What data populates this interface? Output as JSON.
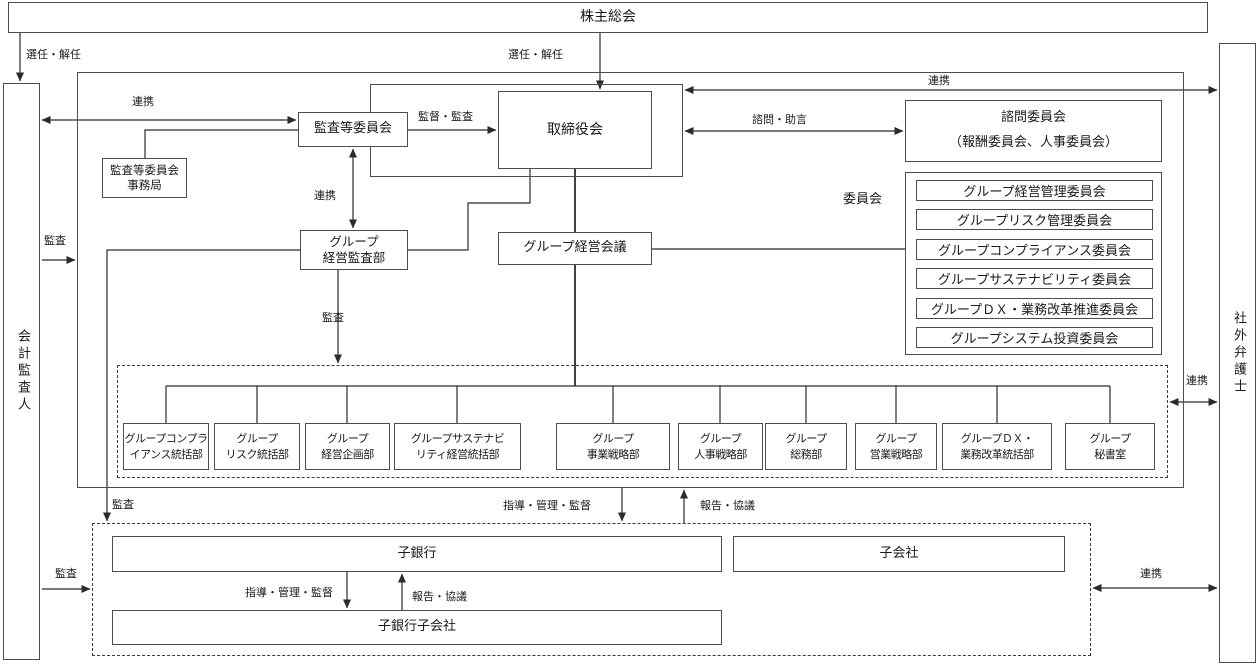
{
  "title": "株主総会",
  "rails": {
    "left": "会計監査人",
    "right": "社外弁護士"
  },
  "boxes": {
    "audit_committee": "監査等委員会",
    "audit_office_line1": "監査等委員会",
    "audit_office_line2": "事務局",
    "board": "取締役会",
    "advisory_line1": "諮問委員会",
    "advisory_line2": "（報酬委員会、人事委員会）",
    "committees_label": "委員会",
    "audit_dept_line1": "グループ",
    "audit_dept_line2": "経営監査部",
    "council": "グループ経営会議",
    "bank": "子銀行",
    "company": "子会社",
    "bank_subsidiary": "子銀行子会社"
  },
  "committees": [
    "グループ経営管理委員会",
    "グループリスク管理委員会",
    "グループコンプライアンス委員会",
    "グループサステナビリティ委員会",
    "グループＤＸ・業務改革推進委員会",
    "グループシステム投資委員会"
  ],
  "departments": [
    {
      "line1": "グループコンプラ",
      "line2": "イアンス統括部"
    },
    {
      "line1": "グループ",
      "line2": "リスク統括部"
    },
    {
      "line1": "グループ",
      "line2": "経営企画部"
    },
    {
      "line1": "グループサステナビ",
      "line2": "リティ経営統括部"
    },
    {
      "line1": "グループ",
      "line2": "事業戦略部"
    },
    {
      "line1": "グループ",
      "line2": "人事戦略部"
    },
    {
      "line1": "グループ",
      "line2": "総務部"
    },
    {
      "line1": "グループ",
      "line2": "営業戦略部"
    },
    {
      "line1": "グループＤＸ・",
      "line2": "業務改革統括部"
    },
    {
      "line1": "グループ",
      "line2": "秘書室"
    }
  ],
  "labels": {
    "appoint_left": "選任・解任",
    "appoint_center": "選任・解任",
    "renkei_top_left": "連携",
    "kantoku_kansa": "監督・監査",
    "shimon_jogen": "諮問・助言",
    "renkei_board_lawyer": "連携",
    "renkei_audit_vertical": "連携",
    "kansa_into_group": "監査",
    "kansa_audit_dept": "監査",
    "kansa_to_subsidiaries": "監査",
    "kansa_accountant_bottom": "監査",
    "shido_upper": "指導・管理・監督",
    "hokoku_upper": "報告・協議",
    "shido_inner": "指導・管理・監督",
    "hokoku_inner": "報告・協議",
    "renkei_upper_right": "連携",
    "renkei_lower_right": "連携"
  }
}
